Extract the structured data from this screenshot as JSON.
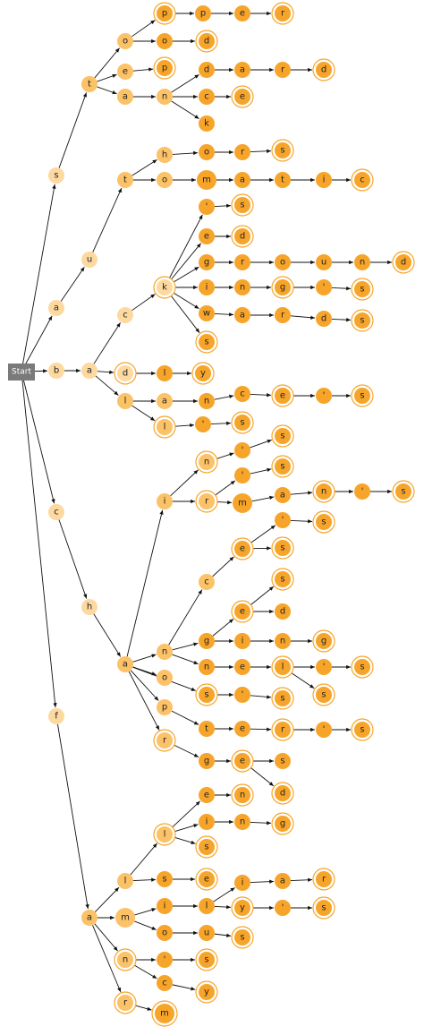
{
  "start_label": "Start",
  "colors": {
    "light": "#fdd9a0",
    "medium": "#fbc267",
    "dark": "#f7a52a",
    "ring": "#f7a52a",
    "edge": "#111111",
    "start_bg": "#7a7a7a",
    "start_text": "#ffffff"
  },
  "nodes": [
    {
      "id": "s1",
      "label": "s"
    },
    {
      "id": "t1",
      "label": "t"
    },
    {
      "id": "o1",
      "label": "o"
    },
    {
      "id": "p1",
      "label": "p"
    },
    {
      "id": "p2",
      "label": "p"
    },
    {
      "id": "e1",
      "label": "e"
    },
    {
      "id": "r1",
      "label": "r"
    },
    {
      "id": "o2",
      "label": "o"
    },
    {
      "id": "d1",
      "label": "d"
    },
    {
      "id": "e2",
      "label": "e"
    },
    {
      "id": "p3",
      "label": "p"
    },
    {
      "id": "a1",
      "label": "a"
    },
    {
      "id": "n1",
      "label": "n"
    },
    {
      "id": "d2",
      "label": "d"
    },
    {
      "id": "a2",
      "label": "a"
    },
    {
      "id": "r2",
      "label": "r"
    },
    {
      "id": "d3",
      "label": "d"
    },
    {
      "id": "c1",
      "label": "c"
    },
    {
      "id": "e3",
      "label": "e"
    },
    {
      "id": "k1",
      "label": "k"
    },
    {
      "id": "a3",
      "label": "a"
    },
    {
      "id": "u1",
      "label": "u"
    },
    {
      "id": "t2",
      "label": "t"
    },
    {
      "id": "h1",
      "label": "h"
    },
    {
      "id": "o3",
      "label": "o"
    },
    {
      "id": "r3",
      "label": "r"
    },
    {
      "id": "s2",
      "label": "s"
    },
    {
      "id": "o4",
      "label": "o"
    },
    {
      "id": "m1",
      "label": "m"
    },
    {
      "id": "a4",
      "label": "a"
    },
    {
      "id": "t3",
      "label": "t"
    },
    {
      "id": "i1",
      "label": "i"
    },
    {
      "id": "c2",
      "label": "c"
    },
    {
      "id": "b1",
      "label": "b"
    },
    {
      "id": "a5",
      "label": "a"
    },
    {
      "id": "c3",
      "label": "c"
    },
    {
      "id": "k2",
      "label": "k"
    },
    {
      "id": "ap1",
      "label": "'"
    },
    {
      "id": "s3",
      "label": "s"
    },
    {
      "id": "e4",
      "label": "e"
    },
    {
      "id": "d4",
      "label": "d"
    },
    {
      "id": "g1",
      "label": "g"
    },
    {
      "id": "r4",
      "label": "r"
    },
    {
      "id": "o5",
      "label": "o"
    },
    {
      "id": "u2",
      "label": "u"
    },
    {
      "id": "n2",
      "label": "n"
    },
    {
      "id": "d5",
      "label": "d"
    },
    {
      "id": "i2",
      "label": "i"
    },
    {
      "id": "n3",
      "label": "n"
    },
    {
      "id": "g2",
      "label": "g"
    },
    {
      "id": "ap2",
      "label": "'"
    },
    {
      "id": "s4",
      "label": "s"
    },
    {
      "id": "w1",
      "label": "w"
    },
    {
      "id": "a6",
      "label": "a"
    },
    {
      "id": "r5",
      "label": "r"
    },
    {
      "id": "d6",
      "label": "d"
    },
    {
      "id": "s5",
      "label": "s"
    },
    {
      "id": "s6",
      "label": "s"
    },
    {
      "id": "d7",
      "label": "d"
    },
    {
      "id": "l1",
      "label": "l"
    },
    {
      "id": "y1",
      "label": "y"
    },
    {
      "id": "l2",
      "label": "l"
    },
    {
      "id": "a7",
      "label": "a"
    },
    {
      "id": "n4",
      "label": "n"
    },
    {
      "id": "c4",
      "label": "c"
    },
    {
      "id": "e5",
      "label": "e"
    },
    {
      "id": "ap3",
      "label": "'"
    },
    {
      "id": "s7",
      "label": "s"
    },
    {
      "id": "l3",
      "label": "l"
    },
    {
      "id": "ap4",
      "label": "'"
    },
    {
      "id": "s8",
      "label": "s"
    },
    {
      "id": "c5",
      "label": "c"
    },
    {
      "id": "h2",
      "label": "h"
    },
    {
      "id": "a8",
      "label": "a"
    },
    {
      "id": "i3",
      "label": "i"
    },
    {
      "id": "n5",
      "label": "n"
    },
    {
      "id": "ap5",
      "label": "'"
    },
    {
      "id": "s9",
      "label": "s"
    },
    {
      "id": "r6",
      "label": "r"
    },
    {
      "id": "ap6",
      "label": "'"
    },
    {
      "id": "s10",
      "label": "s"
    },
    {
      "id": "m2",
      "label": "m"
    },
    {
      "id": "a9",
      "label": "a"
    },
    {
      "id": "n6",
      "label": "n"
    },
    {
      "id": "ap7",
      "label": "'"
    },
    {
      "id": "s11",
      "label": "s"
    },
    {
      "id": "n7",
      "label": "n"
    },
    {
      "id": "c6",
      "label": "c"
    },
    {
      "id": "e6",
      "label": "e"
    },
    {
      "id": "ap8",
      "label": "'"
    },
    {
      "id": "s12",
      "label": "s"
    },
    {
      "id": "s13",
      "label": "s"
    },
    {
      "id": "g3",
      "label": "g"
    },
    {
      "id": "e7",
      "label": "e"
    },
    {
      "id": "s14",
      "label": "s"
    },
    {
      "id": "d8",
      "label": "d"
    },
    {
      "id": "i4",
      "label": "i"
    },
    {
      "id": "n8",
      "label": "n"
    },
    {
      "id": "g4",
      "label": "g"
    },
    {
      "id": "n9",
      "label": "n"
    },
    {
      "id": "e8",
      "label": "e"
    },
    {
      "id": "l4",
      "label": "l"
    },
    {
      "id": "ap9",
      "label": "'"
    },
    {
      "id": "s15",
      "label": "s"
    },
    {
      "id": "s16",
      "label": "s"
    },
    {
      "id": "o6",
      "label": "o"
    },
    {
      "id": "s17",
      "label": "s"
    },
    {
      "id": "ap10",
      "label": "'"
    },
    {
      "id": "s18",
      "label": "s"
    },
    {
      "id": "p4",
      "label": "p"
    },
    {
      "id": "t4",
      "label": "t"
    },
    {
      "id": "e9",
      "label": "e"
    },
    {
      "id": "r7",
      "label": "r"
    },
    {
      "id": "ap11",
      "label": "'"
    },
    {
      "id": "s19",
      "label": "s"
    },
    {
      "id": "r8",
      "label": "r"
    },
    {
      "id": "g5",
      "label": "g"
    },
    {
      "id": "e10",
      "label": "e"
    },
    {
      "id": "s20",
      "label": "s"
    },
    {
      "id": "d9",
      "label": "d"
    },
    {
      "id": "f1",
      "label": "f"
    },
    {
      "id": "a10",
      "label": "a"
    },
    {
      "id": "l5",
      "label": "l"
    },
    {
      "id": "l6",
      "label": "l"
    },
    {
      "id": "e11",
      "label": "e"
    },
    {
      "id": "n10",
      "label": "n"
    },
    {
      "id": "i5",
      "label": "i"
    },
    {
      "id": "n11",
      "label": "n"
    },
    {
      "id": "g6",
      "label": "g"
    },
    {
      "id": "s21",
      "label": "s"
    },
    {
      "id": "s22",
      "label": "s"
    },
    {
      "id": "e12",
      "label": "e"
    },
    {
      "id": "m3",
      "label": "m"
    },
    {
      "id": "i6",
      "label": "i"
    },
    {
      "id": "l7",
      "label": "l"
    },
    {
      "id": "i7",
      "label": "i"
    },
    {
      "id": "a11",
      "label": "a"
    },
    {
      "id": "r9",
      "label": "r"
    },
    {
      "id": "y2",
      "label": "y"
    },
    {
      "id": "ap12",
      "label": "'"
    },
    {
      "id": "s23",
      "label": "s"
    },
    {
      "id": "o7",
      "label": "o"
    },
    {
      "id": "u3",
      "label": "u"
    },
    {
      "id": "s24",
      "label": "s"
    },
    {
      "id": "n12",
      "label": "n"
    },
    {
      "id": "ap13",
      "label": "'"
    },
    {
      "id": "s25",
      "label": "s"
    },
    {
      "id": "c7",
      "label": "c"
    },
    {
      "id": "y3",
      "label": "y"
    },
    {
      "id": "r10",
      "label": "r"
    },
    {
      "id": "m4",
      "label": "m"
    }
  ]
}
